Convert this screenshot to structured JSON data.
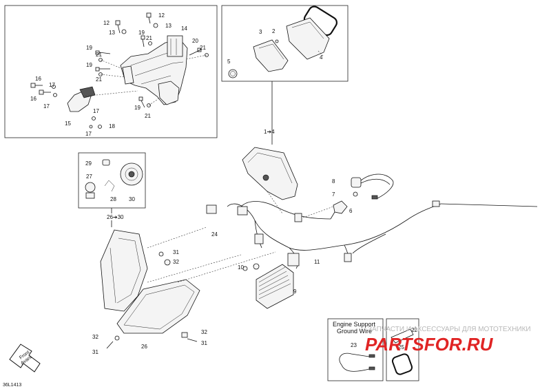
{
  "diagram_code": "36L1413",
  "arrow_text": [
    "Front",
    "Avant"
  ],
  "watermark": {
    "small": "ЗАПЧАСТИ И АКСЕССУАРЫ ДЛЯ МОТОТЕХНИКИ",
    "logo": "PARTSFOR.RU"
  },
  "legend": {
    "ground_wire_title": [
      "Engine Support",
      "Ground Wire"
    ]
  },
  "arrow_groups": {
    "g1": "1➔4",
    "g2": "26➔30"
  },
  "labels": {
    "12a": "12",
    "13a": "13",
    "12b": "12",
    "13b": "13",
    "19a": "19",
    "21a": "21",
    "14": "14",
    "20": "20",
    "21b": "21",
    "19b": "19",
    "21c": "21",
    "19c": "19",
    "21d": "21",
    "16a": "16",
    "17a": "17",
    "16b": "16",
    "17b": "17",
    "15": "15",
    "17c": "17",
    "18": "18",
    "17d": "17",
    "19d": "19",
    "21e": "21",
    "3": "3",
    "2": "2",
    "4": "4",
    "5": "5",
    "29": "29",
    "27": "27",
    "28": "28",
    "30": "30",
    "8": "8",
    "7": "7",
    "6": "6",
    "24": "24",
    "11": "11",
    "10": "10",
    "9": "9",
    "31a": "31",
    "32a": "32",
    "32b": "32",
    "31b": "31",
    "32c": "32",
    "31c": "31",
    "26": "26",
    "23": "23",
    "22": "22",
    "25": "25"
  }
}
